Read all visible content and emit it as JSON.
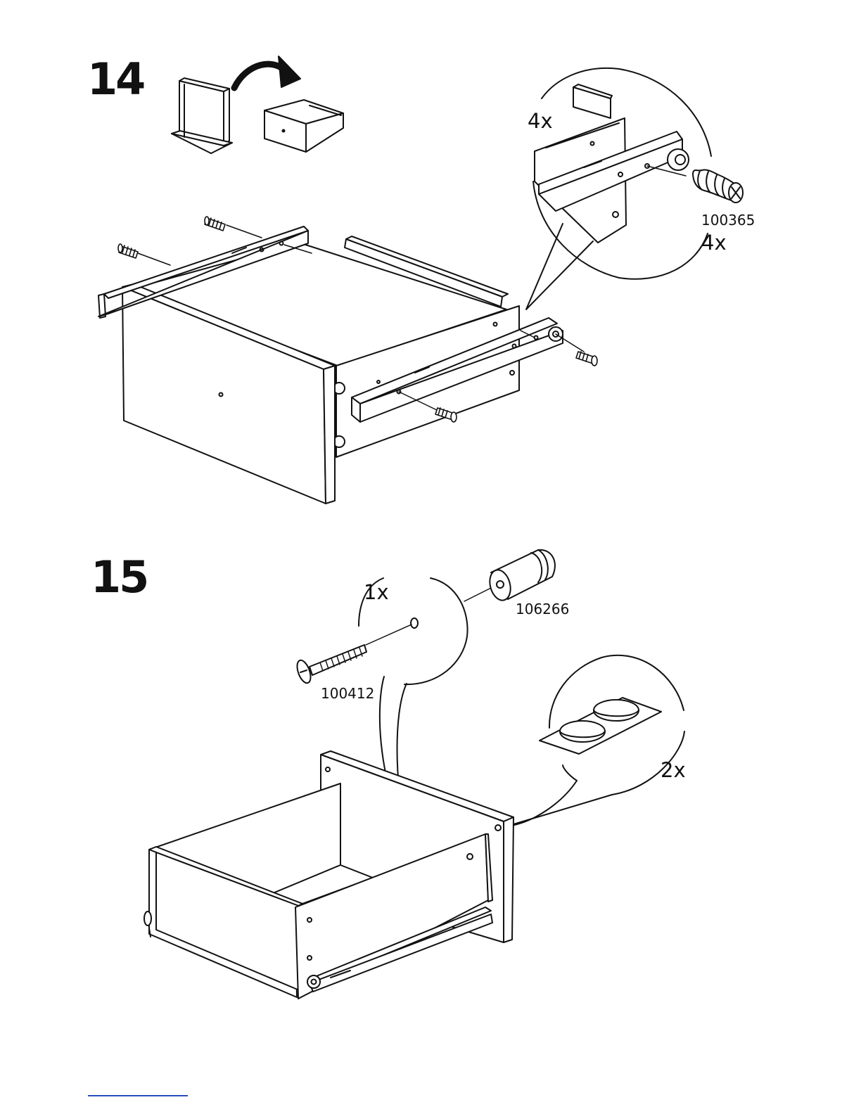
{
  "steps": [
    {
      "number": "14",
      "detail_quantity": "4x",
      "part_number": "100365",
      "part_quantity": "4x"
    },
    {
      "number": "15",
      "screw_quantity": "1x",
      "knob_part_number": "106266",
      "screw_part_number": "100412",
      "bumper_quantity": "2x"
    }
  ],
  "colors": {
    "ink": "#111111",
    "footer_rule": "#2a4dbb"
  },
  "icons": [
    "curved-arrow-icon",
    "screw-icon",
    "dowel-icon",
    "knob-icon",
    "bumper-pads-icon"
  ]
}
